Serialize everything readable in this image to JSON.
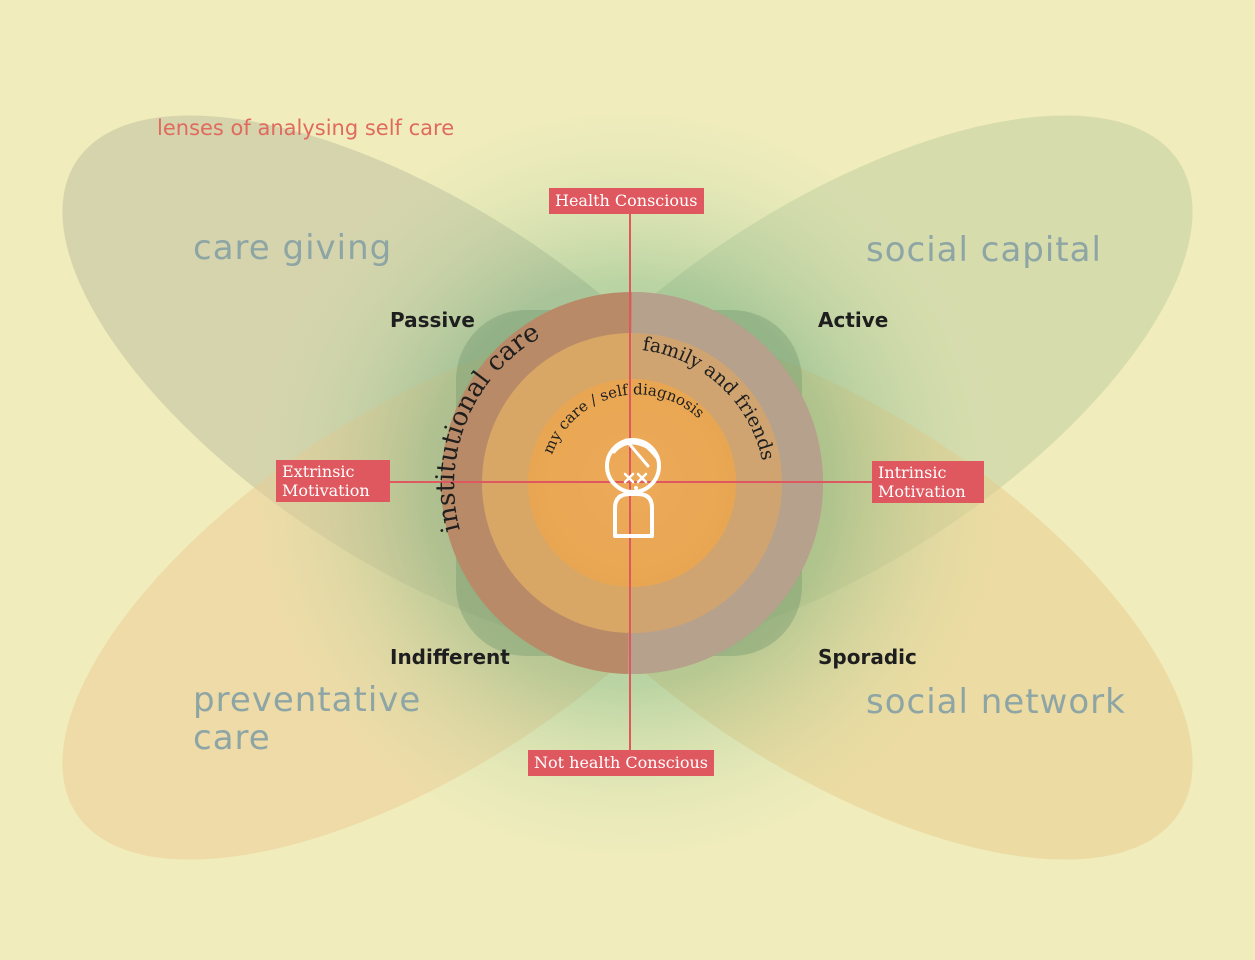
{
  "title": "lenses of analysing self care",
  "lenses": {
    "top_left": "care giving",
    "top_right": "social capital",
    "bottom_left": "preventative care",
    "bottom_right": "social network"
  },
  "quadrants": {
    "top_left": "Passive",
    "top_right": "Active",
    "bottom_left": "Indifferent",
    "bottom_right": "Sporadic"
  },
  "axis_tags": {
    "top": "Health Conscious",
    "bottom": "Not health Conscious",
    "left": "Extrinsic Motivation",
    "right": "Intrinsic Motivation"
  },
  "rings": {
    "outer": "institutional care",
    "middle": "family and friends",
    "inner": "my care / self diagnosis"
  },
  "center_icon": "bandaged-person-icon",
  "colors": {
    "background": "#f0ecbc",
    "title": "#e06a5d",
    "lens_text": "#8ea5a5",
    "tag": "#e0585f",
    "ring_outer": "#b98a67",
    "ring_middle": "#d8a766",
    "ring_inner": "#eeaa58"
  }
}
